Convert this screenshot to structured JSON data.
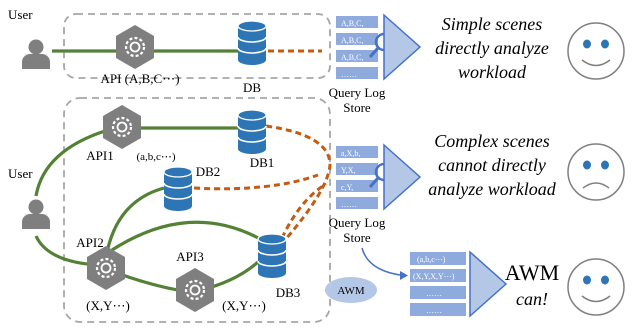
{
  "simple_scene": {
    "user_label": "User",
    "api_label": "API (A,B,C⋯)",
    "db_label": "DB",
    "log_entries": [
      "A,B,C,",
      "A,B,C,",
      "A,B,C,",
      "……"
    ],
    "store_label_line1": "Query Log",
    "store_label_line2": "Store",
    "caption": [
      "Simple scenes",
      "directly analyze",
      "workload"
    ],
    "face": "happy"
  },
  "complex_scene": {
    "user_label": "User",
    "api1_label": "API1",
    "api1_params": "(a,b,c⋯)",
    "api2_label": "API2",
    "api2_params": "(X,Y⋯)",
    "api3_label": "API3",
    "api3_params": "(X,Y⋯)",
    "db1_label": "DB1",
    "db2_label": "DB2",
    "db3_label": "DB3",
    "log_entries": [
      "a,X,b,",
      "Y,X,",
      "c,Y,",
      "……"
    ],
    "store_label_line1": "Query Log",
    "store_label_line2": "Store",
    "caption": [
      "Complex scenes",
      "cannot directly",
      "analyze workload"
    ],
    "face": "sad"
  },
  "awm_scene": {
    "awm_badge": "AWM",
    "log_entries": [
      "(a,b,c⋯)",
      "(X,Y,X,Y⋯)",
      "……",
      "……"
    ],
    "caption_line1": "AWM",
    "caption_line2": "can!",
    "face": "happy"
  },
  "colors": {
    "green_link": "#538135",
    "orange_link": "#c55a11",
    "db_blue": "#2e75b6",
    "gear_gray": "#7f7f7f",
    "log_blue": "#8faadc",
    "box_dash": "#a6a6a6",
    "arrow_blue": "#4472c4",
    "awm_ellipse": "#b4c7e7"
  },
  "icons": [
    "user-icon",
    "gear-icon",
    "database-icon",
    "magnifier-icon",
    "smiley-face-icon",
    "sad-face-icon"
  ]
}
